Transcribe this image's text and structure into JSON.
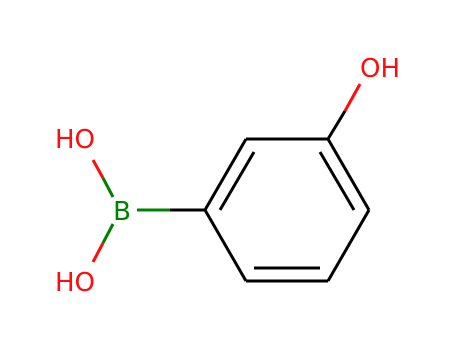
{
  "molecule": {
    "atoms": [
      {
        "id": "o_top",
        "label": "OH",
        "color": "#ff0d0d"
      },
      {
        "id": "o_upper",
        "label": "HO",
        "color": "#ff0d0d"
      },
      {
        "id": "boron",
        "label": "B",
        "color": "#008000"
      },
      {
        "id": "o_lower",
        "label": "HO",
        "color": "#ff0d0d"
      }
    ],
    "bond_color": "#000000"
  }
}
